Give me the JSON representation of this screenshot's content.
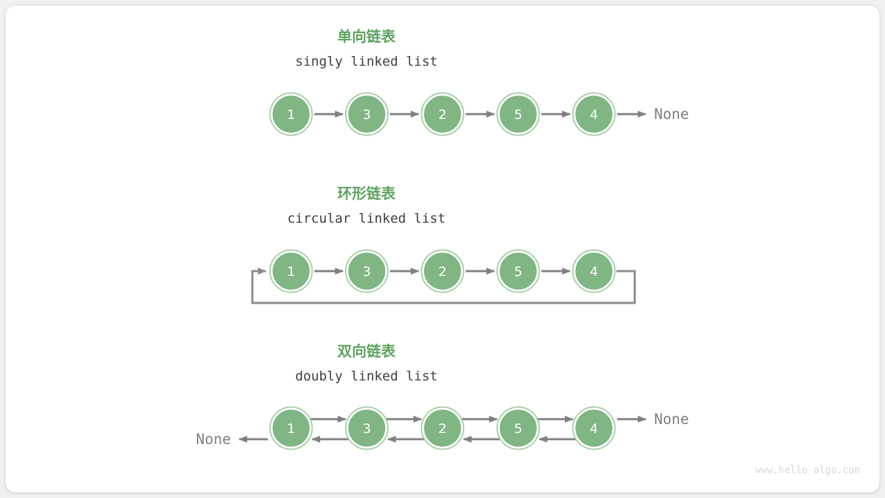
{
  "page": {
    "background": "#f0f0f0",
    "card_background": "#ffffff",
    "watermark": "www.hello-algo.com"
  },
  "colors": {
    "title_green": "#5ea35f",
    "node_fill": "#7fb684",
    "node_ring": "#a8d0a8",
    "arrow_gray": "#808080",
    "none_text": "#808080",
    "en_title": "#3f3f3f",
    "watermark": "#d8d8d8"
  },
  "sections": [
    {
      "id": "singly",
      "cn_title": "单向链表",
      "en_title": "singly linked list",
      "values": [
        "1",
        "3",
        "2",
        "5",
        "4"
      ],
      "tail_label": "None",
      "head_label": null,
      "has_loop": false,
      "bidirectional": false
    },
    {
      "id": "circular",
      "cn_title": "环形链表",
      "en_title": "circular linked list",
      "values": [
        "1",
        "3",
        "2",
        "5",
        "4"
      ],
      "tail_label": null,
      "head_label": null,
      "has_loop": true,
      "bidirectional": false
    },
    {
      "id": "doubly",
      "cn_title": "双向链表",
      "en_title": "doubly linked list",
      "values": [
        "1",
        "3",
        "2",
        "5",
        "4"
      ],
      "tail_label": "None",
      "head_label": "None",
      "has_loop": false,
      "bidirectional": true
    }
  ]
}
